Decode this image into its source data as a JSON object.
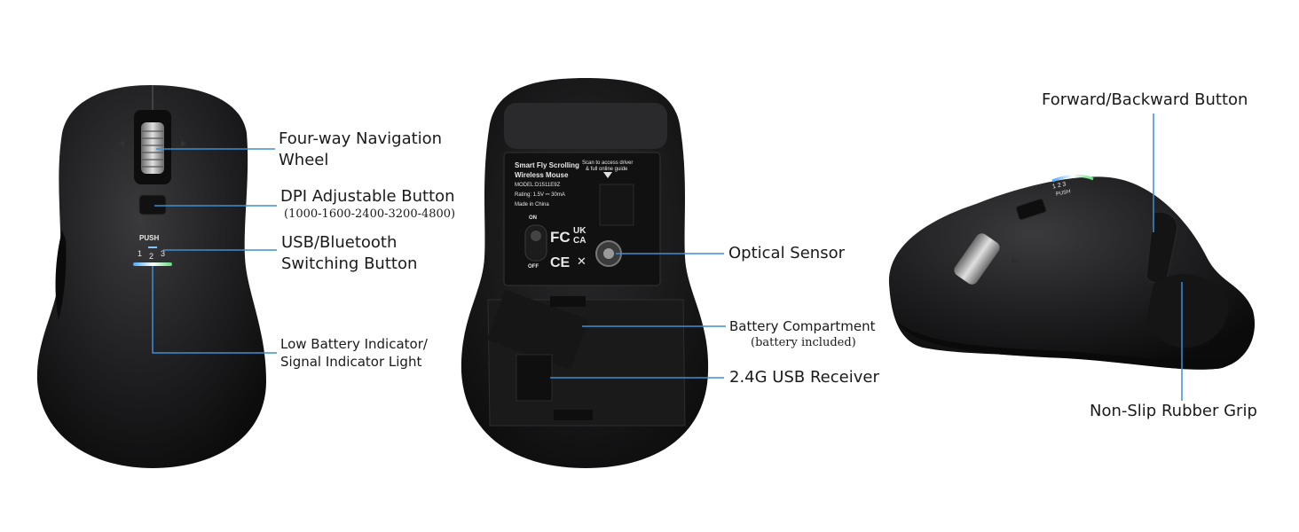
{
  "labels": {
    "wheel_line1": "Four-way Navigation",
    "wheel_line2": "Wheel",
    "dpi_title": "DPI Adjustable Button",
    "dpi_values": "(1000-1600-2400-3200-4800)",
    "switch_line1": "USB/Bluetooth",
    "switch_line2": "Switching Button",
    "battery_ind_line1": "Low Battery Indicator/",
    "battery_ind_line2": "Signal Indicator Light",
    "sensor": "Optical Sensor",
    "battery_comp": "Battery Compartment",
    "battery_included": "(battery included)",
    "receiver": "2.4G USB Receiver",
    "fwd_back": "Forward/Backward Button",
    "grip": "Non-Slip Rubber Grip"
  },
  "top_mouse": {
    "push": "PUSH",
    "ch1": "1",
    "ch2": "2",
    "ch3": "3"
  },
  "bottom_mouse": {
    "product_line1": "Smart Fly Scrolling",
    "product_line2": "Wireless Mouse",
    "scan_line1": "Scan to access driver",
    "scan_line2": "& full online guide",
    "model": "MODEL:D1511E9Z",
    "rating": "Rating: 1.5V ⎓ 30mA",
    "made_in": "Made in China",
    "on": "ON",
    "off": "OFF",
    "fc": "FC",
    "ukca_1": "UK",
    "ukca_2": "CA",
    "ce": "CE"
  },
  "side_mouse": {
    "ch_labels": "1 2 3",
    "push": "PUSH"
  },
  "colors": {
    "callout_line": "#3a8fd6",
    "mouse_body": "#1b1b1d",
    "mouse_highlight": "#3a3a3d",
    "label_plate": "#111111"
  }
}
